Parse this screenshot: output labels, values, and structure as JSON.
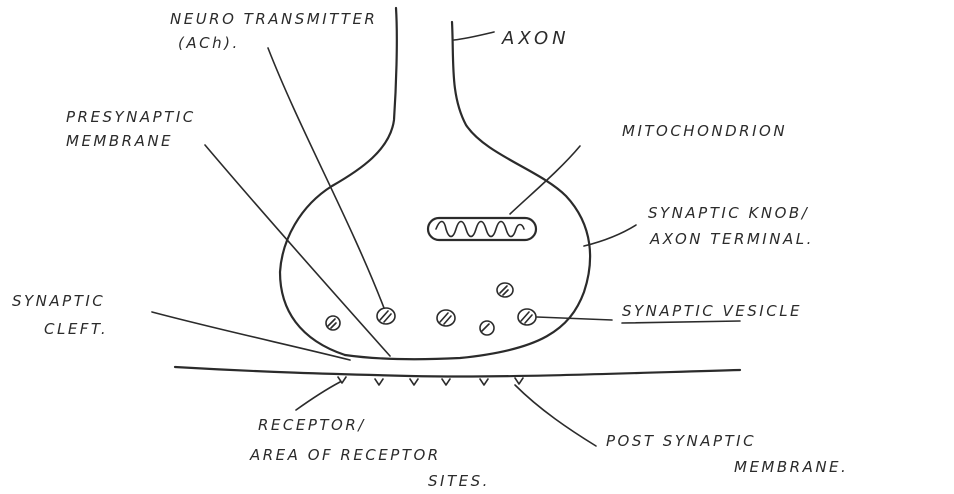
{
  "labels": {
    "neurotransmitter_line1": "NEURO TRANSMITTER",
    "neurotransmitter_line2": "(ACh).",
    "axon": "AXON",
    "presynaptic_line1": "PRESYNAPTIC",
    "presynaptic_line2": "MEMBRANE",
    "mitochondrion": "MITOCHONDRION",
    "knob_line1": "SYNAPTIC KNOB/",
    "knob_line2": "AXON TERMINAL.",
    "cleft_line1": "SYNAPTIC",
    "cleft_line2": "CLEFT.",
    "vesicle": "SYNAPTIC VESICLE",
    "receptor_line1": "RECEPTOR/",
    "receptor_line2": "AREA OF RECEPTOR",
    "receptor_line3": "SITES.",
    "postsynaptic_line1": "POST SYNAPTIC",
    "postsynaptic_line2": "MEMBRANE."
  },
  "colors": {
    "ink": "#2b2b2b",
    "background": "#ffffff"
  }
}
